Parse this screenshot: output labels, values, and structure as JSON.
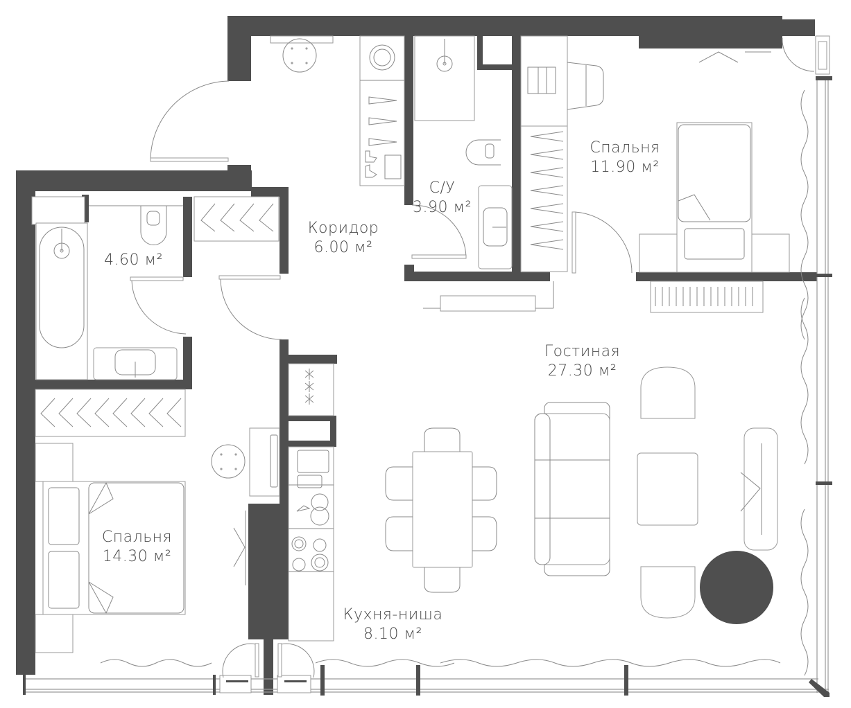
{
  "plan": {
    "type": "apartment-floor-plan",
    "colors": {
      "wall": "#4f4f4f",
      "line": "#8a8a8a",
      "background": "#ffffff",
      "accent_circle": "#4f4f4f"
    },
    "area_unit": "м²"
  },
  "rooms": [
    {
      "id": "bathroom-small",
      "name": "",
      "area": "4.60 м²"
    },
    {
      "id": "corridor",
      "name": "Коридор",
      "area": "6.00 м²"
    },
    {
      "id": "wc",
      "name": "С/У",
      "area": "3.90 м²"
    },
    {
      "id": "bedroom-1",
      "name": "Спальня",
      "area": "11.90 м²"
    },
    {
      "id": "living-room",
      "name": "Гостиная",
      "area": "27.30 м²"
    },
    {
      "id": "bedroom-2",
      "name": "Спальня",
      "area": "14.30 м²"
    },
    {
      "id": "kitchen",
      "name": "Кухня-ниша",
      "area": "8.10 м²"
    }
  ]
}
